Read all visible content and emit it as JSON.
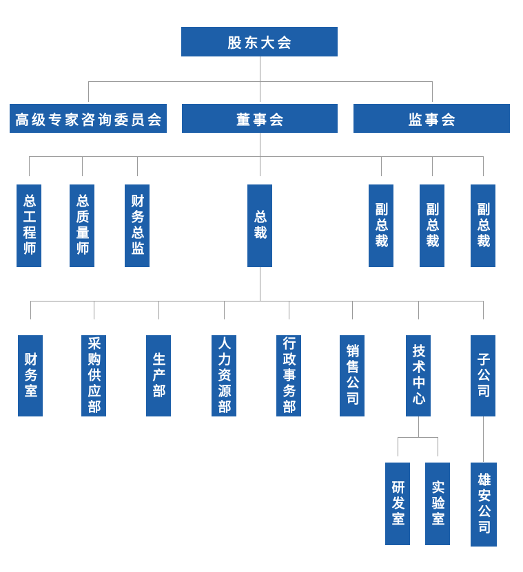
{
  "diagram": {
    "type": "org-chart",
    "colors": {
      "node_fill": "#1d5fa9",
      "node_text": "#ffffff",
      "connector": "#9a9a9a",
      "background": "#ffffff"
    },
    "nodes": [
      {
        "id": "shareholders-meeting",
        "label": "股东大会",
        "parent": null,
        "orientation": "horizontal"
      },
      {
        "id": "senior-expert-advisory-committee",
        "label": "高级专家咨询委员会",
        "parent": "shareholders-meeting",
        "orientation": "horizontal"
      },
      {
        "id": "board-of-directors",
        "label": "董事会",
        "parent": "shareholders-meeting",
        "orientation": "horizontal"
      },
      {
        "id": "supervisory-board",
        "label": "监事会",
        "parent": "shareholders-meeting",
        "orientation": "horizontal"
      },
      {
        "id": "chief-engineer",
        "label": "总工程师",
        "parent": "board-of-directors",
        "orientation": "vertical"
      },
      {
        "id": "chief-quality-engineer",
        "label": "总质量师",
        "parent": "board-of-directors",
        "orientation": "vertical"
      },
      {
        "id": "finance-director",
        "label": "财务总监",
        "parent": "board-of-directors",
        "orientation": "vertical"
      },
      {
        "id": "president",
        "label": "总裁",
        "parent": "board-of-directors",
        "orientation": "vertical"
      },
      {
        "id": "vice-president-1",
        "label": "副总裁",
        "parent": "board-of-directors",
        "orientation": "vertical"
      },
      {
        "id": "vice-president-2",
        "label": "副总裁",
        "parent": "board-of-directors",
        "orientation": "vertical"
      },
      {
        "id": "vice-president-3",
        "label": "副总裁",
        "parent": "board-of-directors",
        "orientation": "vertical"
      },
      {
        "id": "finance-office",
        "label": "财务室",
        "parent": "president",
        "orientation": "vertical"
      },
      {
        "id": "procurement-supply-dept",
        "label": "采购供应部",
        "parent": "president",
        "orientation": "vertical"
      },
      {
        "id": "production-dept",
        "label": "生产部",
        "parent": "president",
        "orientation": "vertical"
      },
      {
        "id": "human-resources-dept",
        "label": "人力资源部",
        "parent": "president",
        "orientation": "vertical"
      },
      {
        "id": "administrative-affairs-dept",
        "label": "行政事务部",
        "parent": "president",
        "orientation": "vertical"
      },
      {
        "id": "sales-company",
        "label": "销售公司",
        "parent": "president",
        "orientation": "vertical"
      },
      {
        "id": "technology-center",
        "label": "技术中心",
        "parent": "president",
        "orientation": "vertical"
      },
      {
        "id": "subsidiary",
        "label": "子公司",
        "parent": "president",
        "orientation": "vertical"
      },
      {
        "id": "rd-office",
        "label": "研发室",
        "parent": "technology-center",
        "orientation": "vertical"
      },
      {
        "id": "laboratory",
        "label": "实验室",
        "parent": "technology-center",
        "orientation": "vertical"
      },
      {
        "id": "xiongan-company",
        "label": "雄安公司",
        "parent": "subsidiary",
        "orientation": "vertical"
      }
    ]
  }
}
